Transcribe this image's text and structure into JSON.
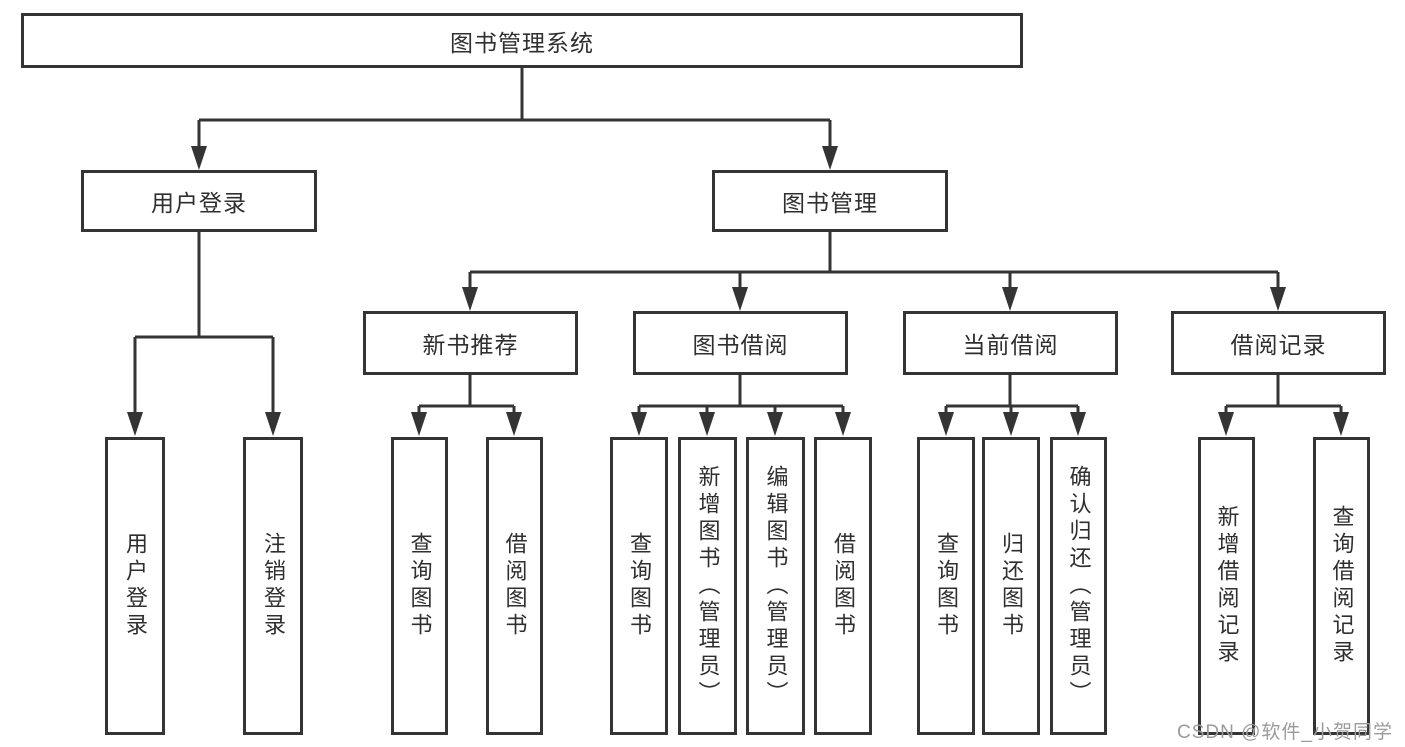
{
  "diagram": {
    "root": "图书管理系统",
    "level2": {
      "user_login": "用户登录",
      "book_management": "图书管理"
    },
    "level3": {
      "new_book_recommend": "新书推荐",
      "book_borrow": "图书借阅",
      "current_borrow": "当前借阅",
      "borrow_records": "借阅记录"
    },
    "leaves": {
      "user_login": [
        "用户登录",
        "注销登录"
      ],
      "new_book_recommend": [
        "查询图书",
        "借阅图书"
      ],
      "book_borrow": [
        "查询图书",
        "新增图书（管理员）",
        "编辑图书（管理员）",
        "借阅图书"
      ],
      "current_borrow": [
        "查询图书",
        "归还图书",
        "确认归还（管理员）"
      ],
      "borrow_records": [
        "新增借阅记录",
        "查询借阅记录"
      ]
    }
  },
  "watermark": "CSDN @软件_小贺同学",
  "colors": {
    "line": "#343434",
    "text": "#2f2f2f",
    "watermark": "#9b9b9b",
    "background": "#ffffff"
  }
}
